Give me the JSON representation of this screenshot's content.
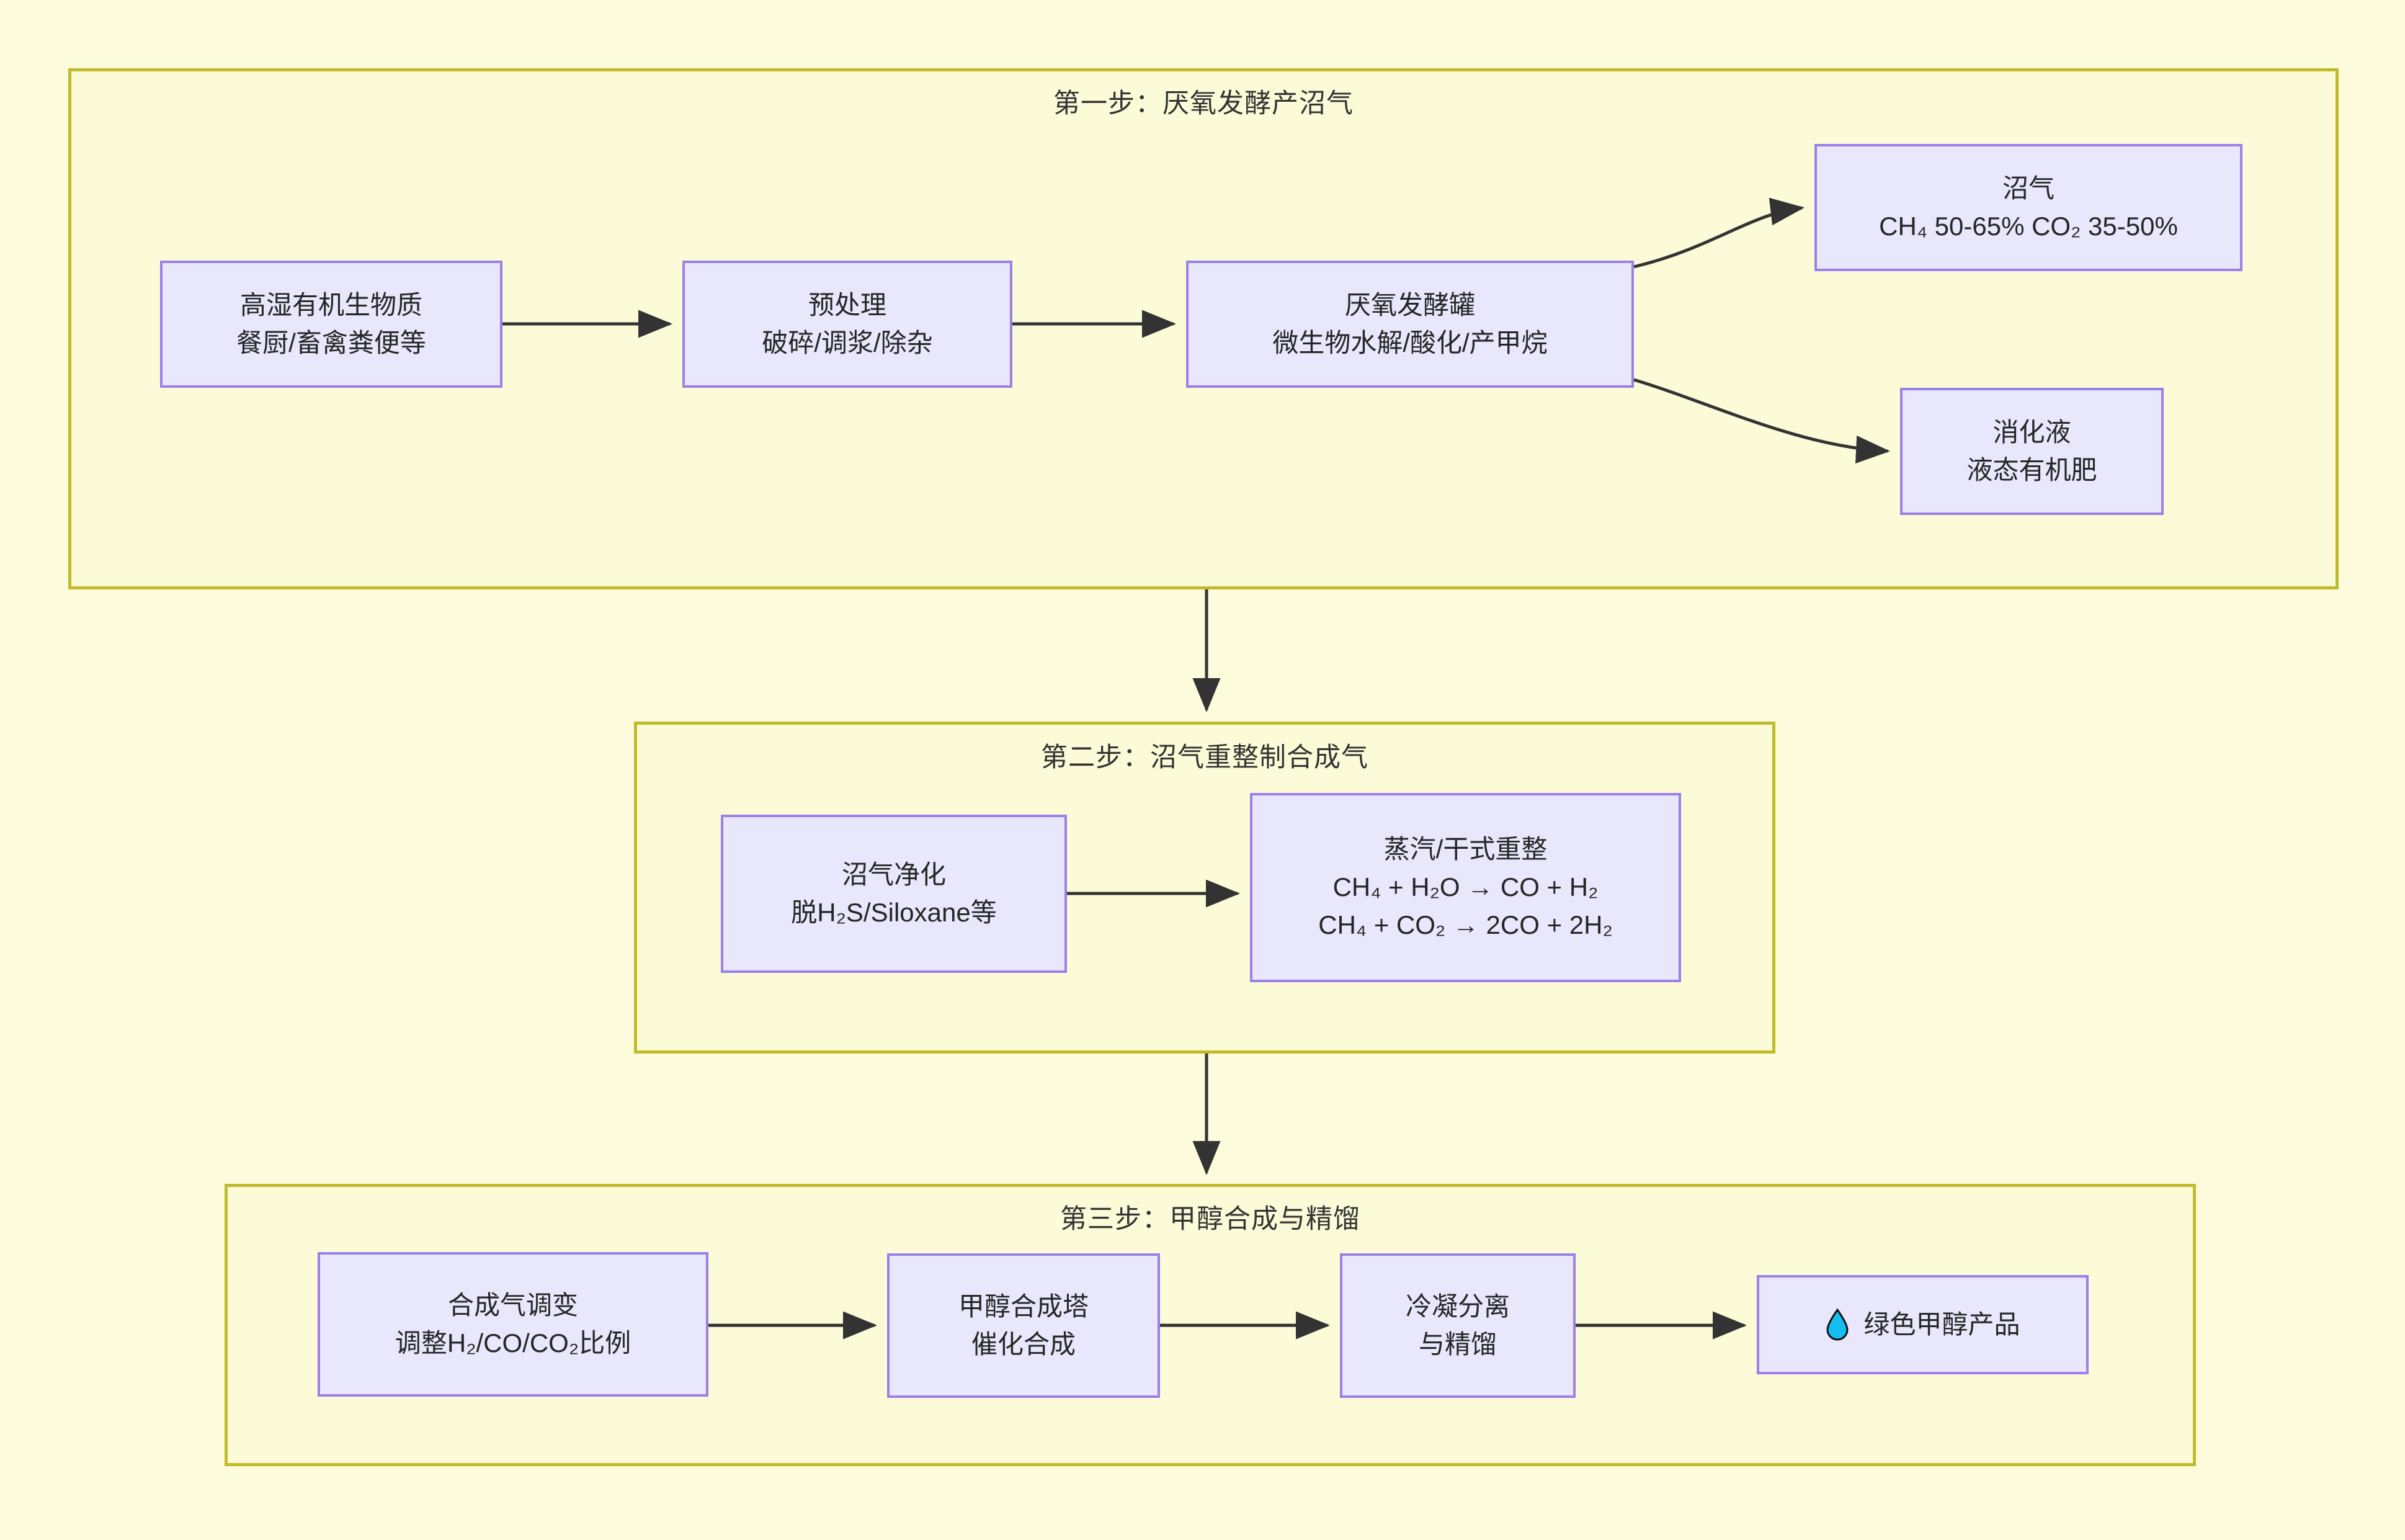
{
  "diagram": {
    "type": "flowchart",
    "background_color": "#FCFCDC",
    "subgraph_border_color": "#BFBB2B",
    "node_fill_color": "#E8E7FC",
    "node_border_color": "#9C7FE8",
    "edge_color": "#333333",
    "text_color": "#262626"
  },
  "sections": [
    {
      "id": "step1",
      "title": "第一步：厌氧发酵产沼气",
      "nodes": [
        {
          "id": "feedstock",
          "line1": "高湿有机生物质",
          "line2": "餐厨/畜禽粪便等"
        },
        {
          "id": "pretreatment",
          "line1": "预处理",
          "line2": "破碎/调浆/除杂"
        },
        {
          "id": "digester",
          "line1": "厌氧发酵罐",
          "line2": "微生物水解/酸化/产甲烷"
        },
        {
          "id": "biogas",
          "line1": "沼气",
          "line2": "CH₄ 50-65% CO₂ 35-50%"
        },
        {
          "id": "digestate",
          "line1": "消化液",
          "line2": "液态有机肥"
        }
      ]
    },
    {
      "id": "step2",
      "title": "第二步：沼气重整制合成气",
      "nodes": [
        {
          "id": "cleanup",
          "line1": "沼气净化",
          "line2": "脱H₂S/Siloxane等"
        },
        {
          "id": "reforming",
          "line1": "蒸汽/干式重整",
          "line2": "CH₄ + H₂O → CO + H₂",
          "line3": "CH₄ + CO₂ → 2CO + 2H₂"
        }
      ]
    },
    {
      "id": "step3",
      "title": "第三步：甲醇合成与精馏",
      "nodes": [
        {
          "id": "shift",
          "line1": "合成气调变",
          "line2": "调整H₂/CO/CO₂比例"
        },
        {
          "id": "synthesis",
          "line1": "甲醇合成塔",
          "line2": "催化合成"
        },
        {
          "id": "separation",
          "line1": "冷凝分离",
          "line2": "与精馏"
        },
        {
          "id": "product",
          "icon": "droplet-icon",
          "line1": "绿色甲醇产品"
        }
      ]
    }
  ]
}
